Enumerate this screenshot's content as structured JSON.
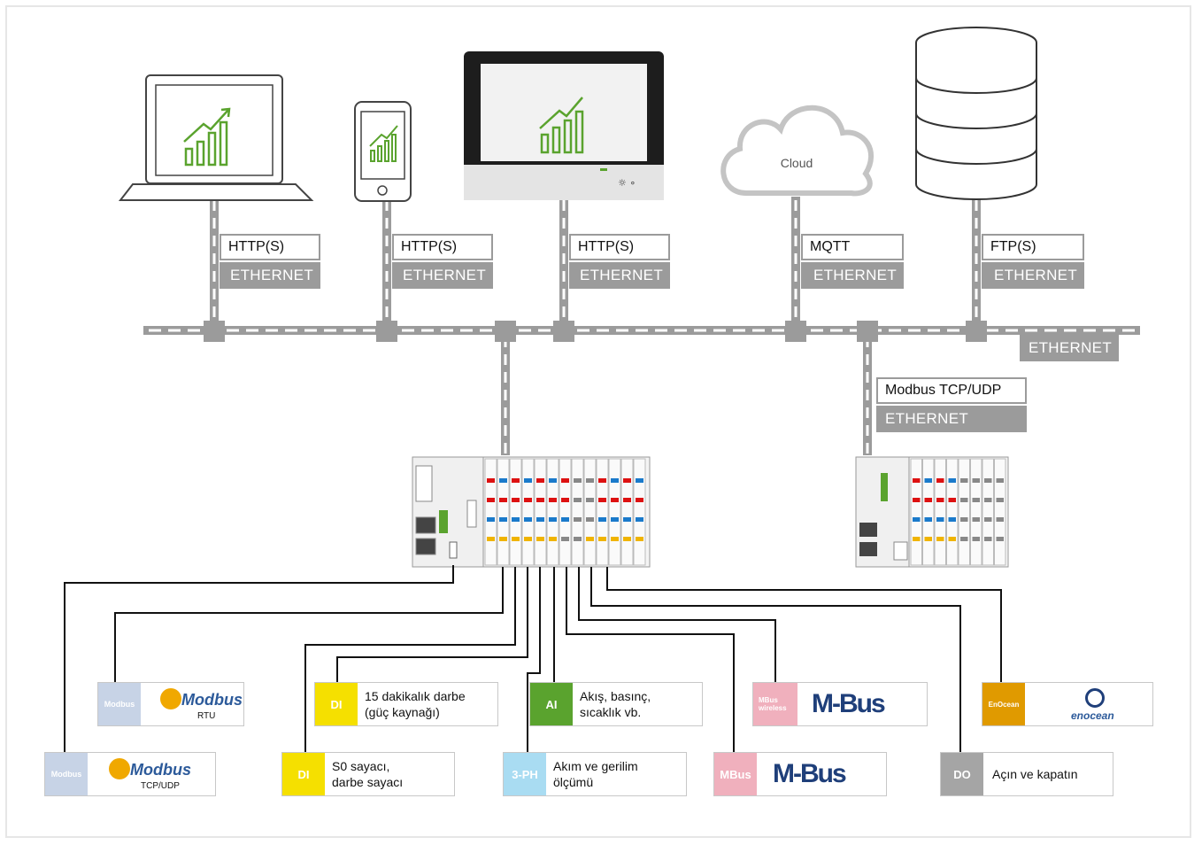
{
  "cloud_label": "Cloud",
  "protocols": {
    "laptop": "HTTP(S)",
    "phone": "HTTP(S)",
    "panel": "HTTP(S)",
    "cloud": "MQTT",
    "database": "FTP(S)",
    "controller2": "Modbus TCP/UDP"
  },
  "ethernet_label": "ETHERNET",
  "cards": {
    "modbus_rtu": {
      "tag": "Modbus",
      "logo": "Modbus",
      "sub": "RTU"
    },
    "modbus_tcp": {
      "tag": "Modbus",
      "logo": "Modbus",
      "sub": "TCP/UDP"
    },
    "di_15": {
      "tag": "DI",
      "text": "15 dakikalık darbe\n(güç kaynağı)"
    },
    "di_s0": {
      "tag": "DI",
      "text": "S0 sayacı,\ndarbe sayacı"
    },
    "ai": {
      "tag": "AI",
      "text": "Akış, basınç,\nsıcaklık vb."
    },
    "ph3": {
      "tag": "3-PH",
      "text": "Akım ve gerilim\nölçümü"
    },
    "mbus_wireless": {
      "tag": "MBus\nwireless",
      "logo": "M-Bus"
    },
    "mbus": {
      "tag": "MBus",
      "logo": "M-Bus"
    },
    "enocean": {
      "tag": "EnOcean",
      "logo": "enocean"
    },
    "do": {
      "tag": "DO",
      "text": "Açın ve kapatın"
    }
  },
  "colors": {
    "gray": "#9b9b9b",
    "green": "#5aa32e",
    "modbus_tag": "#c7d3e6",
    "di_tag": "#f5e000",
    "ai_tag": "#5aa32e",
    "ph_tag": "#a9dcf2",
    "mbus_tag": "#f0b0bd",
    "enocean_tag": "#e09a00",
    "do_tag": "#a5a5a5"
  }
}
